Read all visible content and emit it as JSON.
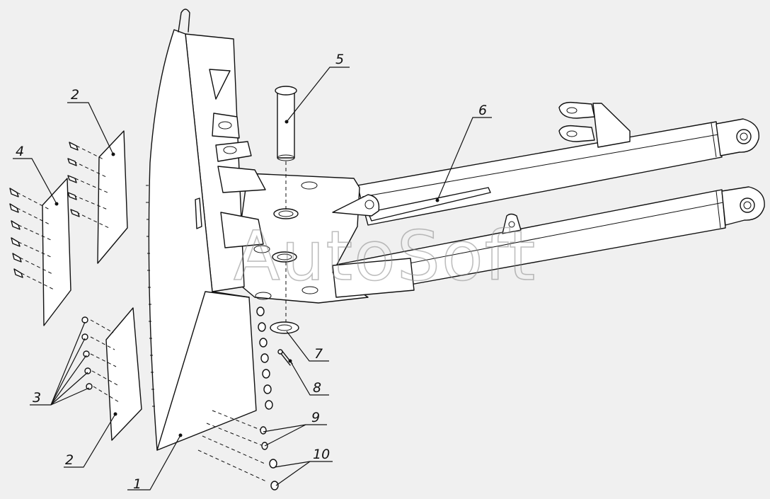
{
  "watermark": "AutoSoft",
  "callouts": {
    "c1": "1",
    "c2a": "2",
    "c2b": "2",
    "c3": "3",
    "c4": "4",
    "c5": "5",
    "c6": "6",
    "c7": "7",
    "c8": "8",
    "c9": "9",
    "c10": "10"
  }
}
